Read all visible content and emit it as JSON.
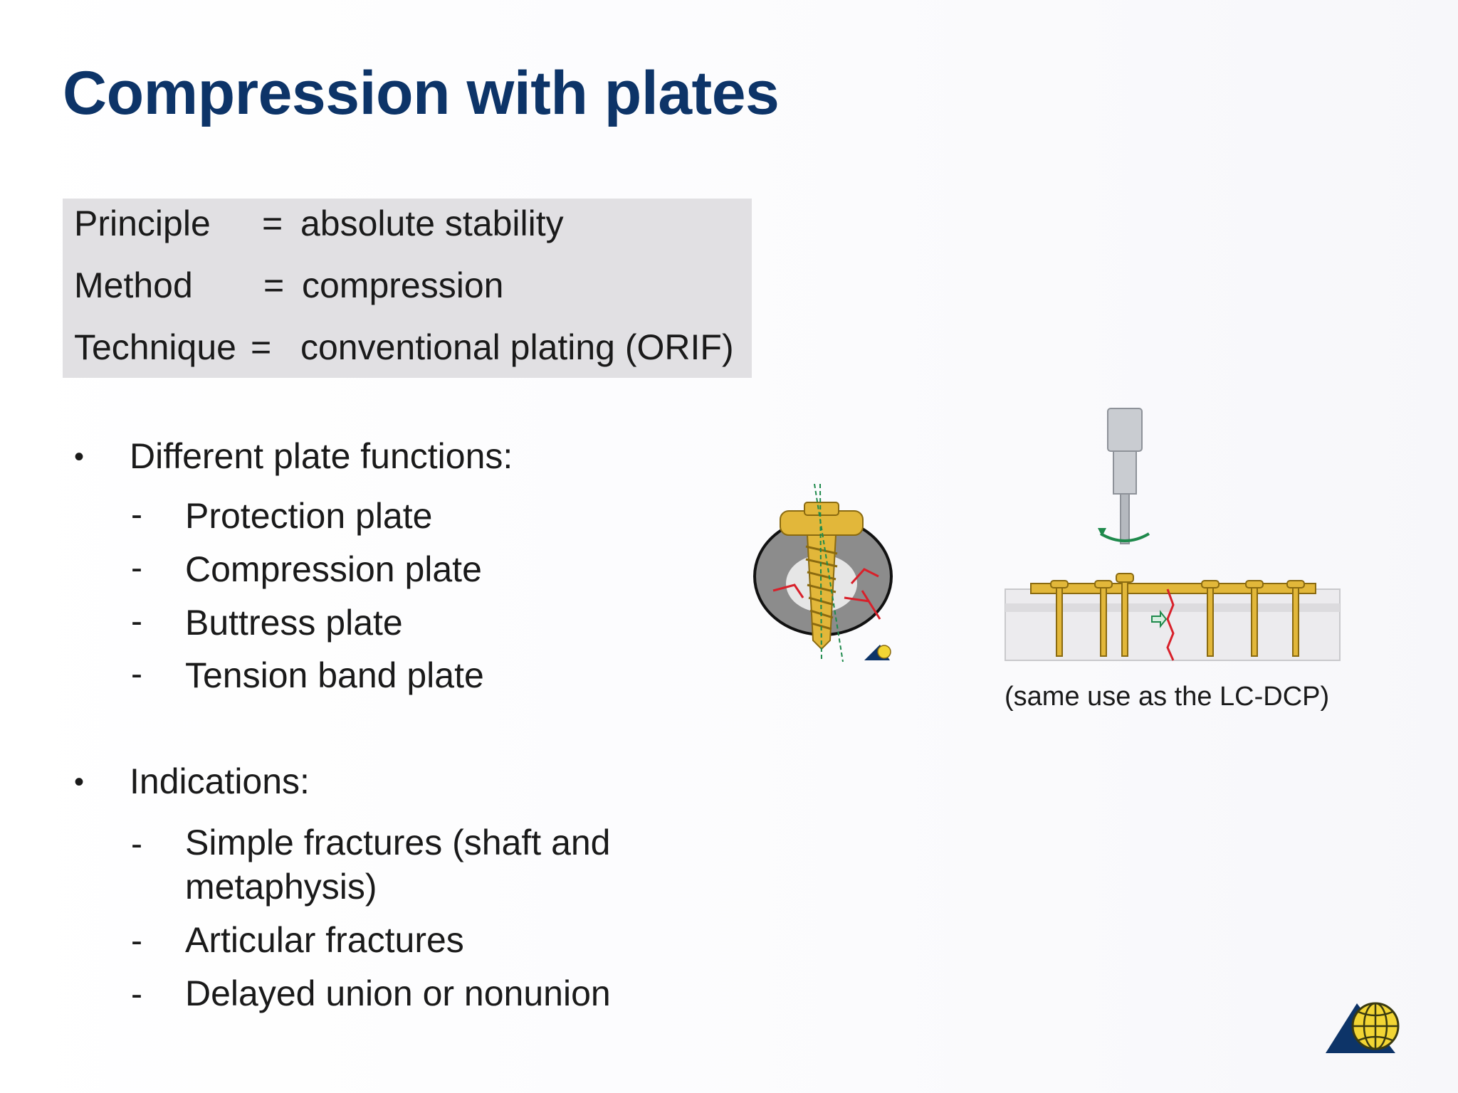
{
  "title": "Compression with plates",
  "box": {
    "rows": [
      {
        "key": "Principle",
        "eq": "=",
        "value": "absolute stability"
      },
      {
        "key": "Method",
        "eq": "=",
        "value": "compression"
      },
      {
        "key": "Technique",
        "eq": "=",
        "value": "conventional plating (ORIF)"
      }
    ]
  },
  "sections": [
    {
      "bullet": "•",
      "heading": "Different plate functions:",
      "items": [
        "Protection plate",
        "Compression plate",
        "Buttress plate",
        "Tension band plate"
      ]
    },
    {
      "bullet": "•",
      "heading": "Indications:",
      "items": [
        "Simple fractures (shaft and",
        "metaphysis)",
        "Articular fractures",
        "Delayed union or nonunion"
      ]
    }
  ],
  "dash": "-",
  "caption": "(same use as the LC-DCP)",
  "colors": {
    "title": "#0d3468",
    "box": "#e1e0e3",
    "logo_blue": "#0d3468",
    "screw_gold": "#e2b73a",
    "fracture_red": "#d8202a"
  }
}
